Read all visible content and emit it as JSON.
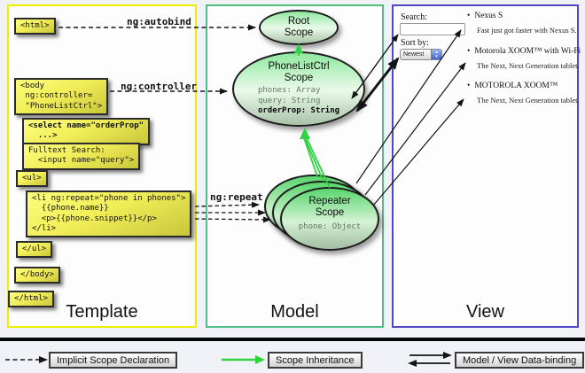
{
  "panels": {
    "template": {
      "label": "Template",
      "border_color": "#f0ee00",
      "boxes": [
        {
          "name": "html-open",
          "code": "<html>"
        },
        {
          "name": "body-open",
          "code": "<body\n ng:controller=\n \"PhoneListCtrl\">"
        },
        {
          "name": "select-orderprop",
          "code": "<select name=\"orderProp\"\n  ...>",
          "bold": true
        },
        {
          "name": "fulltext-search",
          "code": "Fulltext Search:\n  <input name=\"query\">"
        },
        {
          "name": "ul-open",
          "code": "<ul>"
        },
        {
          "name": "li-repeat",
          "code": "<li ng:repeat=\"phone in phones\">\n  {{phone.name}}\n  <p>{{phone.snippet}}</p>\n</li>"
        },
        {
          "name": "ul-close",
          "code": "</ul>"
        },
        {
          "name": "body-close",
          "code": "</body>"
        },
        {
          "name": "html-close",
          "code": "</html>"
        }
      ]
    },
    "model": {
      "label": "Model",
      "border_color": "#50bd85",
      "root_scope": {
        "title": "Root\nScope"
      },
      "phonelist_scope": {
        "title": "PhoneListCtrl\nScope",
        "props": [
          {
            "text": "phones: Array"
          },
          {
            "text": "query: String"
          },
          {
            "text": "orderProp: String",
            "bold": true
          }
        ]
      },
      "repeater_scope": {
        "title": "Repeater\nScope",
        "prop": "phone: Object"
      }
    },
    "view": {
      "label": "View",
      "border_color": "#5348c4",
      "search_label": "Search:",
      "search_value": "",
      "sortby_label": "Sort by:",
      "sort_selected": "Newest",
      "items": [
        {
          "title": "Nexus S",
          "desc": "Fast just got faster with Nexus S."
        },
        {
          "title": "Motorola XOOM™ with Wi-Fi",
          "desc": "The Next, Next Generation tablet."
        },
        {
          "title": "MOTOROLA XOOM™",
          "desc": "The Next, Next Generation tablet."
        }
      ]
    }
  },
  "annotations": {
    "autobind": "ng:autobind",
    "controller": "ng:controller",
    "repeat": "ng:repeat"
  },
  "legend": {
    "items": [
      {
        "label": "Implicit Scope Declaration",
        "arrow_type": "dashed-black"
      },
      {
        "label": "Scope Inheritance",
        "arrow_type": "solid-green"
      },
      {
        "label": "Model / View Data-binding",
        "arrow_type": "double-black"
      }
    ]
  },
  "colors": {
    "scope_green_arrow": "#2fd33f",
    "box_yellow": "#f2ee58",
    "ellipse_green": "#8fe89f",
    "repeater_green": "#5ad66e",
    "arrow_black": "#141414"
  }
}
